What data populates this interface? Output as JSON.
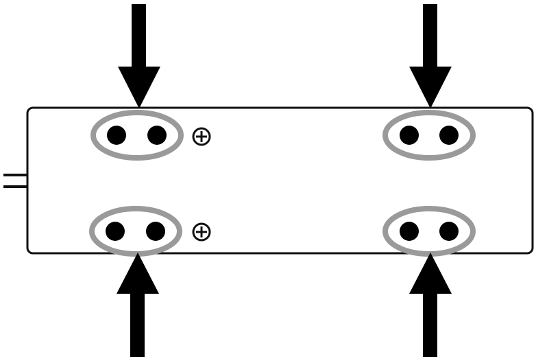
{
  "diagram": {
    "type": "power-strip-with-socket-callouts",
    "colors": {
      "background": "#ffffff",
      "strip_fill": "#ffffff",
      "strip_outline": "#111111",
      "arrow": "#000000",
      "socket_hole": "#000000",
      "highlight_ring": "#9a9a9a",
      "ground_symbol": "#111111"
    },
    "sockets": [
      {
        "id": "top-left",
        "row": "top",
        "column": "left",
        "holes": 2,
        "ground_symbol": true,
        "arrow_direction": "down"
      },
      {
        "id": "top-right",
        "row": "top",
        "column": "right",
        "holes": 2,
        "ground_symbol": false,
        "arrow_direction": "down"
      },
      {
        "id": "bottom-left",
        "row": "bottom",
        "column": "left",
        "holes": 2,
        "ground_symbol": true,
        "arrow_direction": "up"
      },
      {
        "id": "bottom-right",
        "row": "bottom",
        "column": "right",
        "holes": 2,
        "ground_symbol": false,
        "arrow_direction": "up"
      }
    ],
    "icons": {
      "ground": "plus-in-circle-icon",
      "arrow_down": "arrow-down-icon",
      "arrow_up": "arrow-up-icon",
      "cord": "power-cord-icon"
    }
  }
}
